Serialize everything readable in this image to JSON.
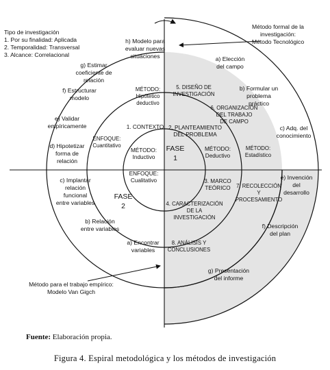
{
  "legend": {
    "title": "Tipo de investigación",
    "lines": [
      "1. Por su finalidad: Aplicada",
      "2. Temporalidad: Transversal",
      "3. Alcance: Correlacional"
    ]
  },
  "callouts": {
    "formal": [
      "Método formal de la",
      "investigación:",
      "Método Tecnológico"
    ],
    "empirico": [
      "Método para el trabajo empírico:",
      "Modelo Van Gigch"
    ]
  },
  "center": {
    "fase1": [
      "FASE",
      "1"
    ],
    "fase2": [
      "FASE",
      "2"
    ],
    "inner": [
      [
        "1. CONTEXTO"
      ],
      [
        "MÉTODO:",
        "Inductivo"
      ],
      [
        "2. PLANTEAMIENTO",
        "DEL PROBLEMA"
      ],
      [
        "MÉTODO:",
        "Deductivo"
      ],
      [
        "3. MARCO",
        "TEÓRICO"
      ],
      [
        "ENFOQUE:",
        "Cualitativo"
      ]
    ],
    "middle": [
      [
        "MÉTODO:",
        "Hipótetico",
        "deductivo"
      ],
      [
        "5. DISEÑO DE",
        "INVESTIGACIÓN"
      ],
      [
        "6. ORGANIZACIÓN",
        "DEL TRABAJO",
        "DE CAMPO"
      ],
      [
        "MÉTODO:",
        "Estadístico"
      ],
      [
        "7. RECOLECCIÓN",
        "Y",
        "PROCESAMIENTO"
      ],
      [
        "4. CARACTERIZACIÓN",
        "DE LA",
        "INVESTIGACIÓN"
      ],
      [
        "8. ANÁLISIS Y",
        "CONCLUSIONES"
      ],
      [
        "ENFOQUE:",
        "Cuantitativo"
      ]
    ],
    "outer": [
      [
        "a) Elección",
        "del campo"
      ],
      [
        "b) Formular un",
        "problema",
        "práctico"
      ],
      [
        "c) Adq. del",
        "conocimiento"
      ],
      [
        "e) Invención",
        "del",
        "desarrollo"
      ],
      [
        "f) Descripción",
        "del plan"
      ],
      [
        "g) Presentación",
        "del informe"
      ],
      [
        "h) Modelo para",
        "evaluar nuevas",
        "situaciones"
      ],
      [
        "g) Estimar",
        "coeficiente de",
        "relación"
      ],
      [
        "f) Estructurar",
        "modelo"
      ],
      [
        "e) Validar",
        "empíricamente"
      ],
      [
        "d) Hipotetizar",
        "forma de",
        "relación"
      ],
      [
        "c) Implantar",
        "relación",
        "funcional",
        "entre variables"
      ],
      [
        "b) Relación",
        "entre variables"
      ],
      [
        "a) Encontrar",
        "variables"
      ]
    ]
  },
  "fuente": {
    "label": "Fuente:",
    "text": " Elaboración propia."
  },
  "figura": {
    "label": "Figura 4.",
    "text": " Espiral metodológica y los métodos de investigación"
  }
}
